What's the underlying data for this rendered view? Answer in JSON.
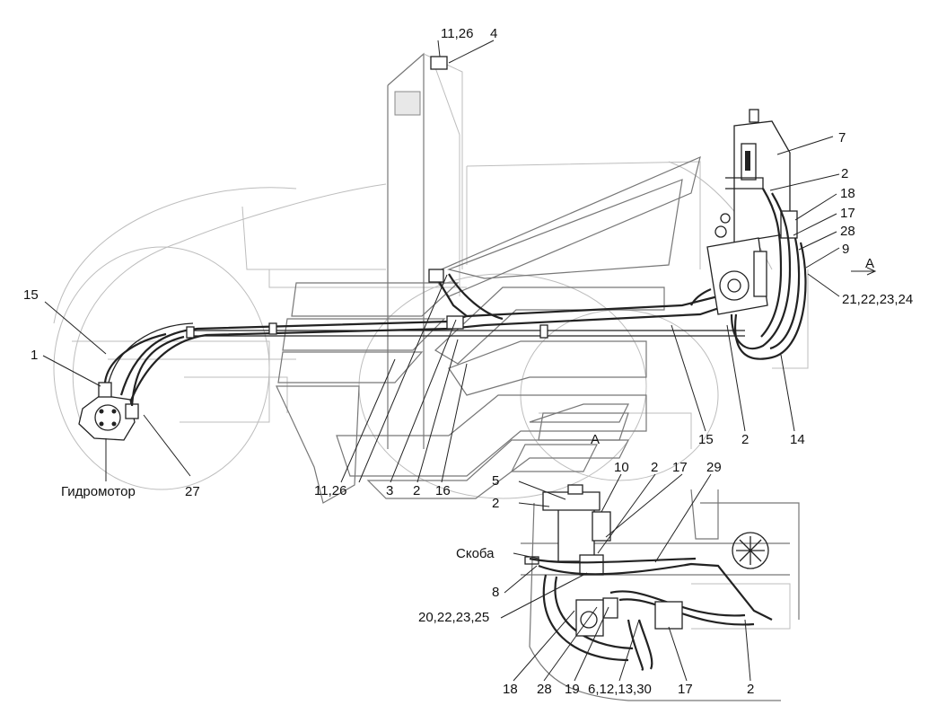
{
  "labels": {
    "l_11_26_top": "11,26",
    "l_4": "4",
    "l_7": "7",
    "l_2_tank": "2",
    "l_18_top": "18",
    "l_17_top": "17",
    "l_28_top": "28",
    "l_9": "9",
    "l_A_arrow": "А",
    "l_21_22_23_24": "21,22,23,24",
    "l_15_left": "15",
    "l_1": "1",
    "l_hydromotor": "Гидромотор",
    "l_27": "27",
    "l_11_26_bottom": "11,26",
    "l_3": "3",
    "l_2_mid": "2",
    "l_16": "16",
    "l_15_mid": "15",
    "l_2_pump": "2",
    "l_14": "14",
    "l_A_view": "А",
    "l_5": "5",
    "l_2_filter": "2",
    "l_10": "10",
    "l_2_detail": "2",
    "l_17_detail": "17",
    "l_29": "29",
    "l_bracket": "Скоба",
    "l_8": "8",
    "l_20_22_23_25": "20,22,23,25",
    "l_18_bottom": "18",
    "l_28_bottom": "28",
    "l_19": "19",
    "l_6_12_13_30": "6,12,13,30",
    "l_17_bottom": "17",
    "l_2_bottom": "2"
  }
}
